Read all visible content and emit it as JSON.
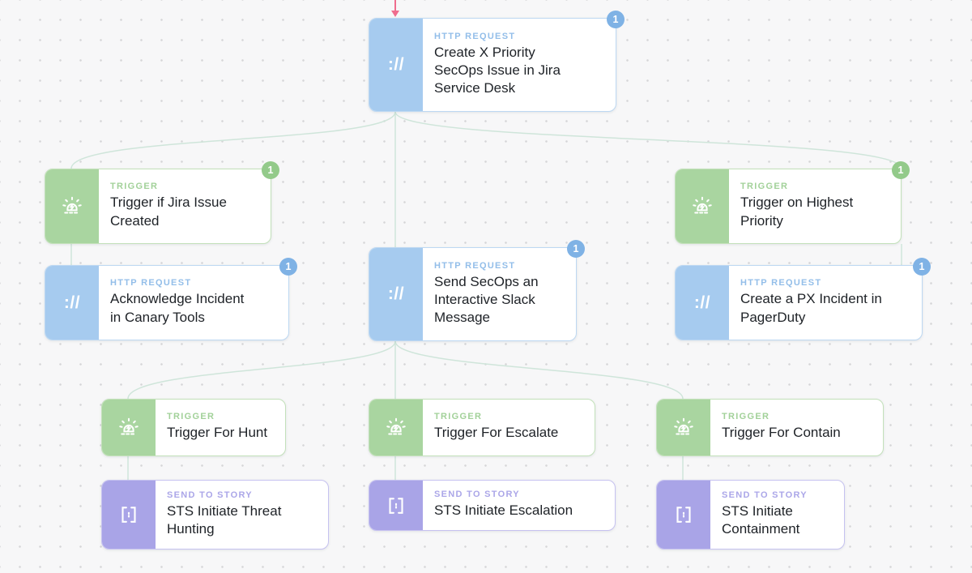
{
  "canvas": {
    "background": "#f7f7f8",
    "dot_color": "#d6d6d8",
    "connector_color": "#cfe5da",
    "incoming_connector_color": "#ef6d8e"
  },
  "types": {
    "http_request": {
      "label": "HTTP REQUEST",
      "icon": "://",
      "icon_bg": "#a6cbef",
      "label_color": "#93bee9",
      "border": "#bdd8f2",
      "badge_bg": "#7fb2e5"
    },
    "trigger": {
      "label": "TRIGGER",
      "icon": "siren",
      "icon_bg": "#a9d5a0",
      "label_color": "#a2d199",
      "border": "#c3e1ba",
      "badge_bg": "#93ca8a"
    },
    "send_to_story": {
      "label": "SEND TO STORY",
      "icon": "brackets",
      "icon_bg": "#a9a4e7",
      "label_color": "#aba6e8",
      "border": "#c6c2f0",
      "badge_bg": "#958fe0"
    }
  },
  "nodes": [
    {
      "type": "http_request",
      "title": "Create X Priority\nSecOps Issue in Jira\nService Desk",
      "badge": "1"
    },
    {
      "type": "trigger",
      "title": "Trigger if Jira Issue\nCreated",
      "badge": "1"
    },
    {
      "type": "http_request",
      "title": "Acknowledge Incident\nin Canary Tools",
      "badge": "1"
    },
    {
      "type": "http_request",
      "title": "Send SecOps an\nInteractive Slack\nMessage",
      "badge": "1"
    },
    {
      "type": "trigger",
      "title": "Trigger on Highest\nPriority",
      "badge": "1"
    },
    {
      "type": "http_request",
      "title": "Create a PX Incident in\nPagerDuty",
      "badge": "1"
    },
    {
      "type": "trigger",
      "title": "Trigger For Hunt"
    },
    {
      "type": "trigger",
      "title": "Trigger For Escalate"
    },
    {
      "type": "trigger",
      "title": "Trigger For Contain"
    },
    {
      "type": "send_to_story",
      "title": "STS Initiate Threat\nHunting"
    },
    {
      "type": "send_to_story",
      "title": "STS Initiate Escalation"
    },
    {
      "type": "send_to_story",
      "title": "STS Initiate\nContainment"
    }
  ]
}
